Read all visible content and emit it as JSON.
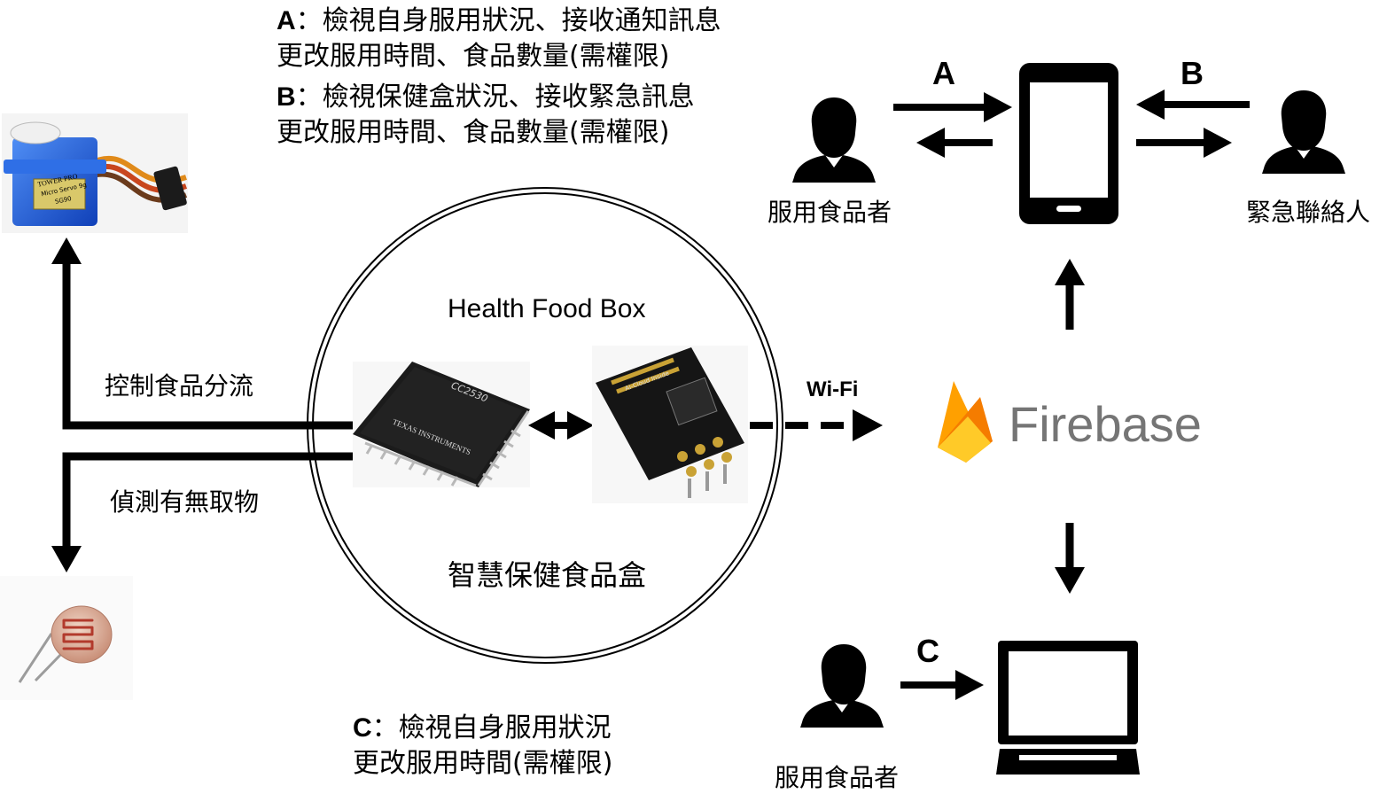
{
  "legend": {
    "a": {
      "letter": "A",
      "sep": "：",
      "line1": "檢視自身服用狀況、接收通知訊息",
      "line2": "更改服用時間、食品數量(需權限)"
    },
    "b": {
      "letter": "B",
      "sep": "：",
      "line1": "檢視保健盒狀況、接收緊急訊息",
      "line2": "更改服用時間、食品數量(需權限)"
    },
    "c": {
      "letter": "C",
      "sep": "：",
      "line1": "檢視自身服用狀況",
      "line2": "更改服用時間(需權限)"
    }
  },
  "box": {
    "title_en": "Health Food Box",
    "title_zh": "智慧保健食品盒"
  },
  "labels": {
    "servo_link": "控制食品分流",
    "sensor_link": "偵測有無取物",
    "wifi": "Wi-Fi",
    "user_top": "服用食品者",
    "contact": "緊急聯絡人",
    "user_bottom": "服用食品者",
    "arrow_a": "A",
    "arrow_b": "B",
    "arrow_c": "C"
  },
  "components": {
    "chip_brand": "TEXAS INSTRUMENTS",
    "chip_model": "CC2530",
    "servo_brand": "TOWER PRO",
    "servo_model": "Micro Servo 9g",
    "servo_code": "SG90",
    "wifi_module_label": "Ai-Cloud Inside"
  },
  "cloud": {
    "name": "Firebase"
  },
  "icons": [
    "servo-motor-image",
    "photoresistor-image",
    "cc2530-chip-image",
    "esp8266-module-image",
    "person-icon",
    "smartphone-icon",
    "laptop-icon",
    "firebase-logo-icon"
  ]
}
